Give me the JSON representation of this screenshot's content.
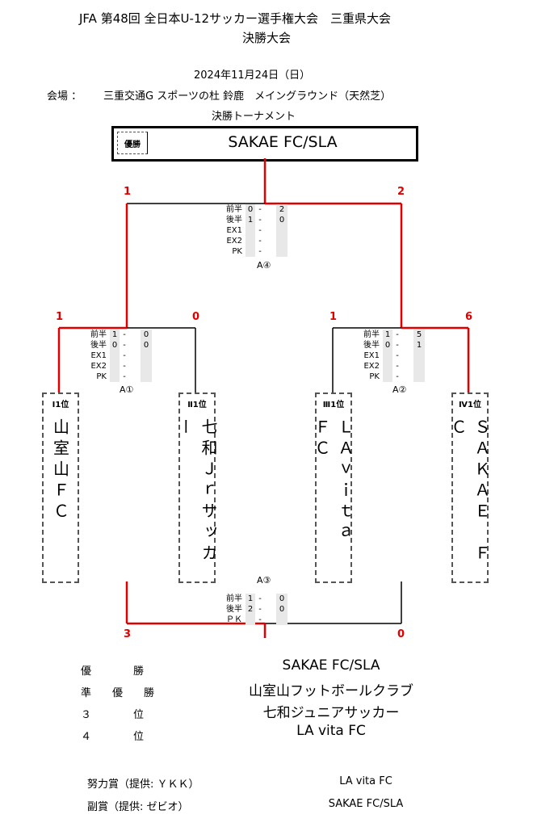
{
  "header": {
    "title": "JFA 第48回 全日本U-12サッカー選手権大会　三重県大会",
    "subtitle": "決勝大会",
    "date": "2024年11月24日（日）",
    "venue_label": "会場 ：",
    "venue": "三重交通G スポーツの杜 鈴鹿　メイングラウンド（天然芝）",
    "section": "決勝トーナメント"
  },
  "champion_box": {
    "label": "優勝",
    "team": "SAKAE FC/SLA"
  },
  "teams": [
    {
      "rank": "Ⅰ1位",
      "name": "山室山ＦＣ"
    },
    {
      "rank": "Ⅱ1位",
      "name": "七和Ｊｒサッカー"
    },
    {
      "rank": "Ⅲ1位",
      "name": "ＬＡｖｉｔａ　ＦＣ"
    },
    {
      "rank": "Ⅳ1位",
      "name": "ＳＡＫＡＥ　ＦＣ"
    }
  ],
  "matches": {
    "a1": {
      "label": "A①",
      "left_total": "1",
      "right_total": "0",
      "rows": [
        [
          "前半",
          "1",
          "-",
          "0"
        ],
        [
          "後半",
          "0",
          "-",
          "0"
        ],
        [
          "EX1",
          "",
          "-",
          ""
        ],
        [
          "EX2",
          "",
          "-",
          ""
        ],
        [
          "PK",
          "",
          "-",
          ""
        ]
      ]
    },
    "a2": {
      "label": "A②",
      "left_total": "1",
      "right_total": "6",
      "rows": [
        [
          "前半",
          "1",
          "-",
          "5"
        ],
        [
          "後半",
          "0",
          "-",
          "1"
        ],
        [
          "EX1",
          "",
          "-",
          ""
        ],
        [
          "EX2",
          "",
          "-",
          ""
        ],
        [
          "PK",
          "",
          "-",
          ""
        ]
      ]
    },
    "a4": {
      "label": "A④",
      "left_total": "1",
      "right_total": "2",
      "rows": [
        [
          "前半",
          "0",
          "-",
          "2"
        ],
        [
          "後半",
          "1",
          "-",
          "0"
        ],
        [
          "EX1",
          "",
          "-",
          ""
        ],
        [
          "EX2",
          "",
          "-",
          ""
        ],
        [
          "PK",
          "",
          "-",
          ""
        ]
      ]
    },
    "a3": {
      "label": "A③",
      "left_total": "3",
      "right_total": "0",
      "rows": [
        [
          "前半",
          "1",
          "-",
          "0"
        ],
        [
          "後半",
          "2",
          "-",
          "0"
        ],
        [
          "ＰＫ",
          "",
          "-",
          ""
        ]
      ]
    }
  },
  "results": [
    {
      "place": "優　　　　勝",
      "team": "SAKAE FC/SLA"
    },
    {
      "place": "準　　優　　勝",
      "team": "山室山フットボールクラブ"
    },
    {
      "place": "３　　　　位",
      "team": "七和ジュニアサッカー"
    },
    {
      "place": "４　　　　位",
      "team": "LA vita FC"
    }
  ],
  "awards": [
    {
      "label": "努力賞（提供: ＹＫＫ）",
      "team": "LA vita FC"
    },
    {
      "label": "副賞（提供: ゼビオ）",
      "team": "SAKAE FC/SLA"
    }
  ],
  "colors": {
    "winner_line": "#e00000",
    "loser_line": "#000000",
    "score_bg": "#e8e8e8"
  }
}
